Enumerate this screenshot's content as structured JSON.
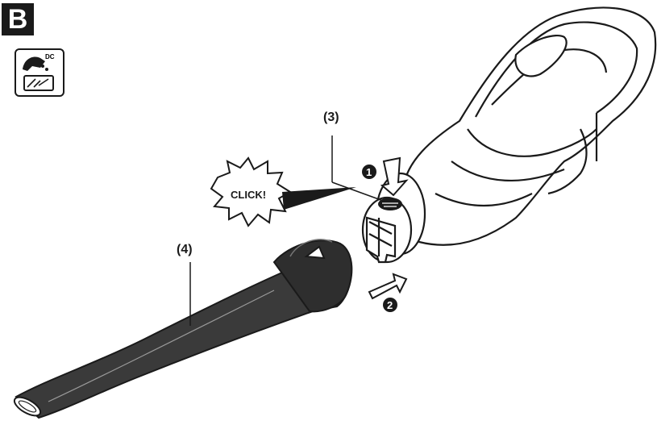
{
  "figure": {
    "section_letter": "B",
    "icon_badge_text": "DC",
    "click_text": "CLICK!",
    "callouts": [
      {
        "label": "(3)"
      },
      {
        "label": "(4)"
      }
    ],
    "steps": [
      "1",
      "2"
    ],
    "icons": [
      "battery-tool-icon",
      "manual-book-icon"
    ]
  }
}
